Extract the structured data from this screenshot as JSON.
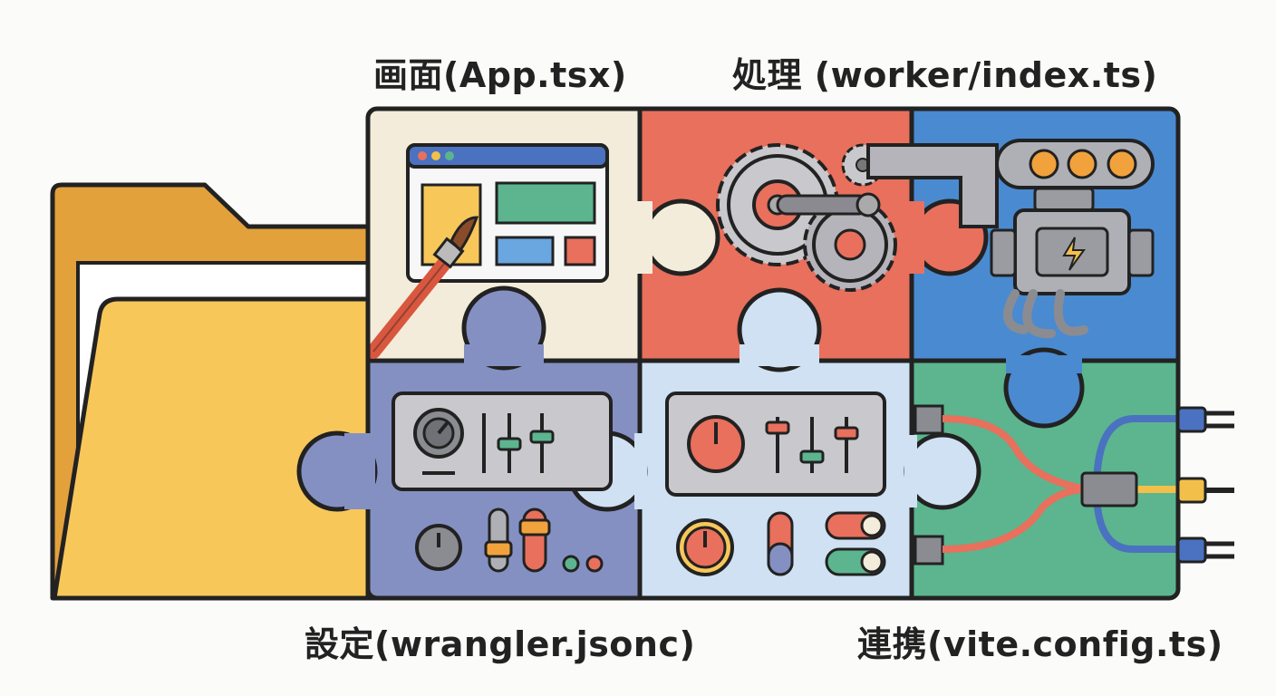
{
  "labels": {
    "ui": "画面(App.tsx)",
    "processing": "処理 (worker/index.ts)",
    "config": "設定(wrangler.jsonc)",
    "integration": "連携(vite.config.ts)"
  },
  "pieces": [
    {
      "role": "ui",
      "color": "#f3ecda",
      "icon": "browser-window-with-paintbrush"
    },
    {
      "role": "processing",
      "color": "#e8705c",
      "icon": "gears-and-lever"
    },
    {
      "role": "engine",
      "color": "#4a8ad0",
      "icon": "engine-with-gauges"
    },
    {
      "role": "config",
      "color": "#8590c2",
      "icon": "control-panel-knobs-sliders"
    },
    {
      "role": "settings",
      "color": "#cfe1f2",
      "icon": "control-panel-toggles"
    },
    {
      "role": "integration",
      "color": "#5cb58e",
      "icon": "cables-and-plugs"
    }
  ],
  "colors": {
    "outline": "#222222",
    "folder_back": "#e3a13c",
    "folder_front": "#f8c75a"
  }
}
